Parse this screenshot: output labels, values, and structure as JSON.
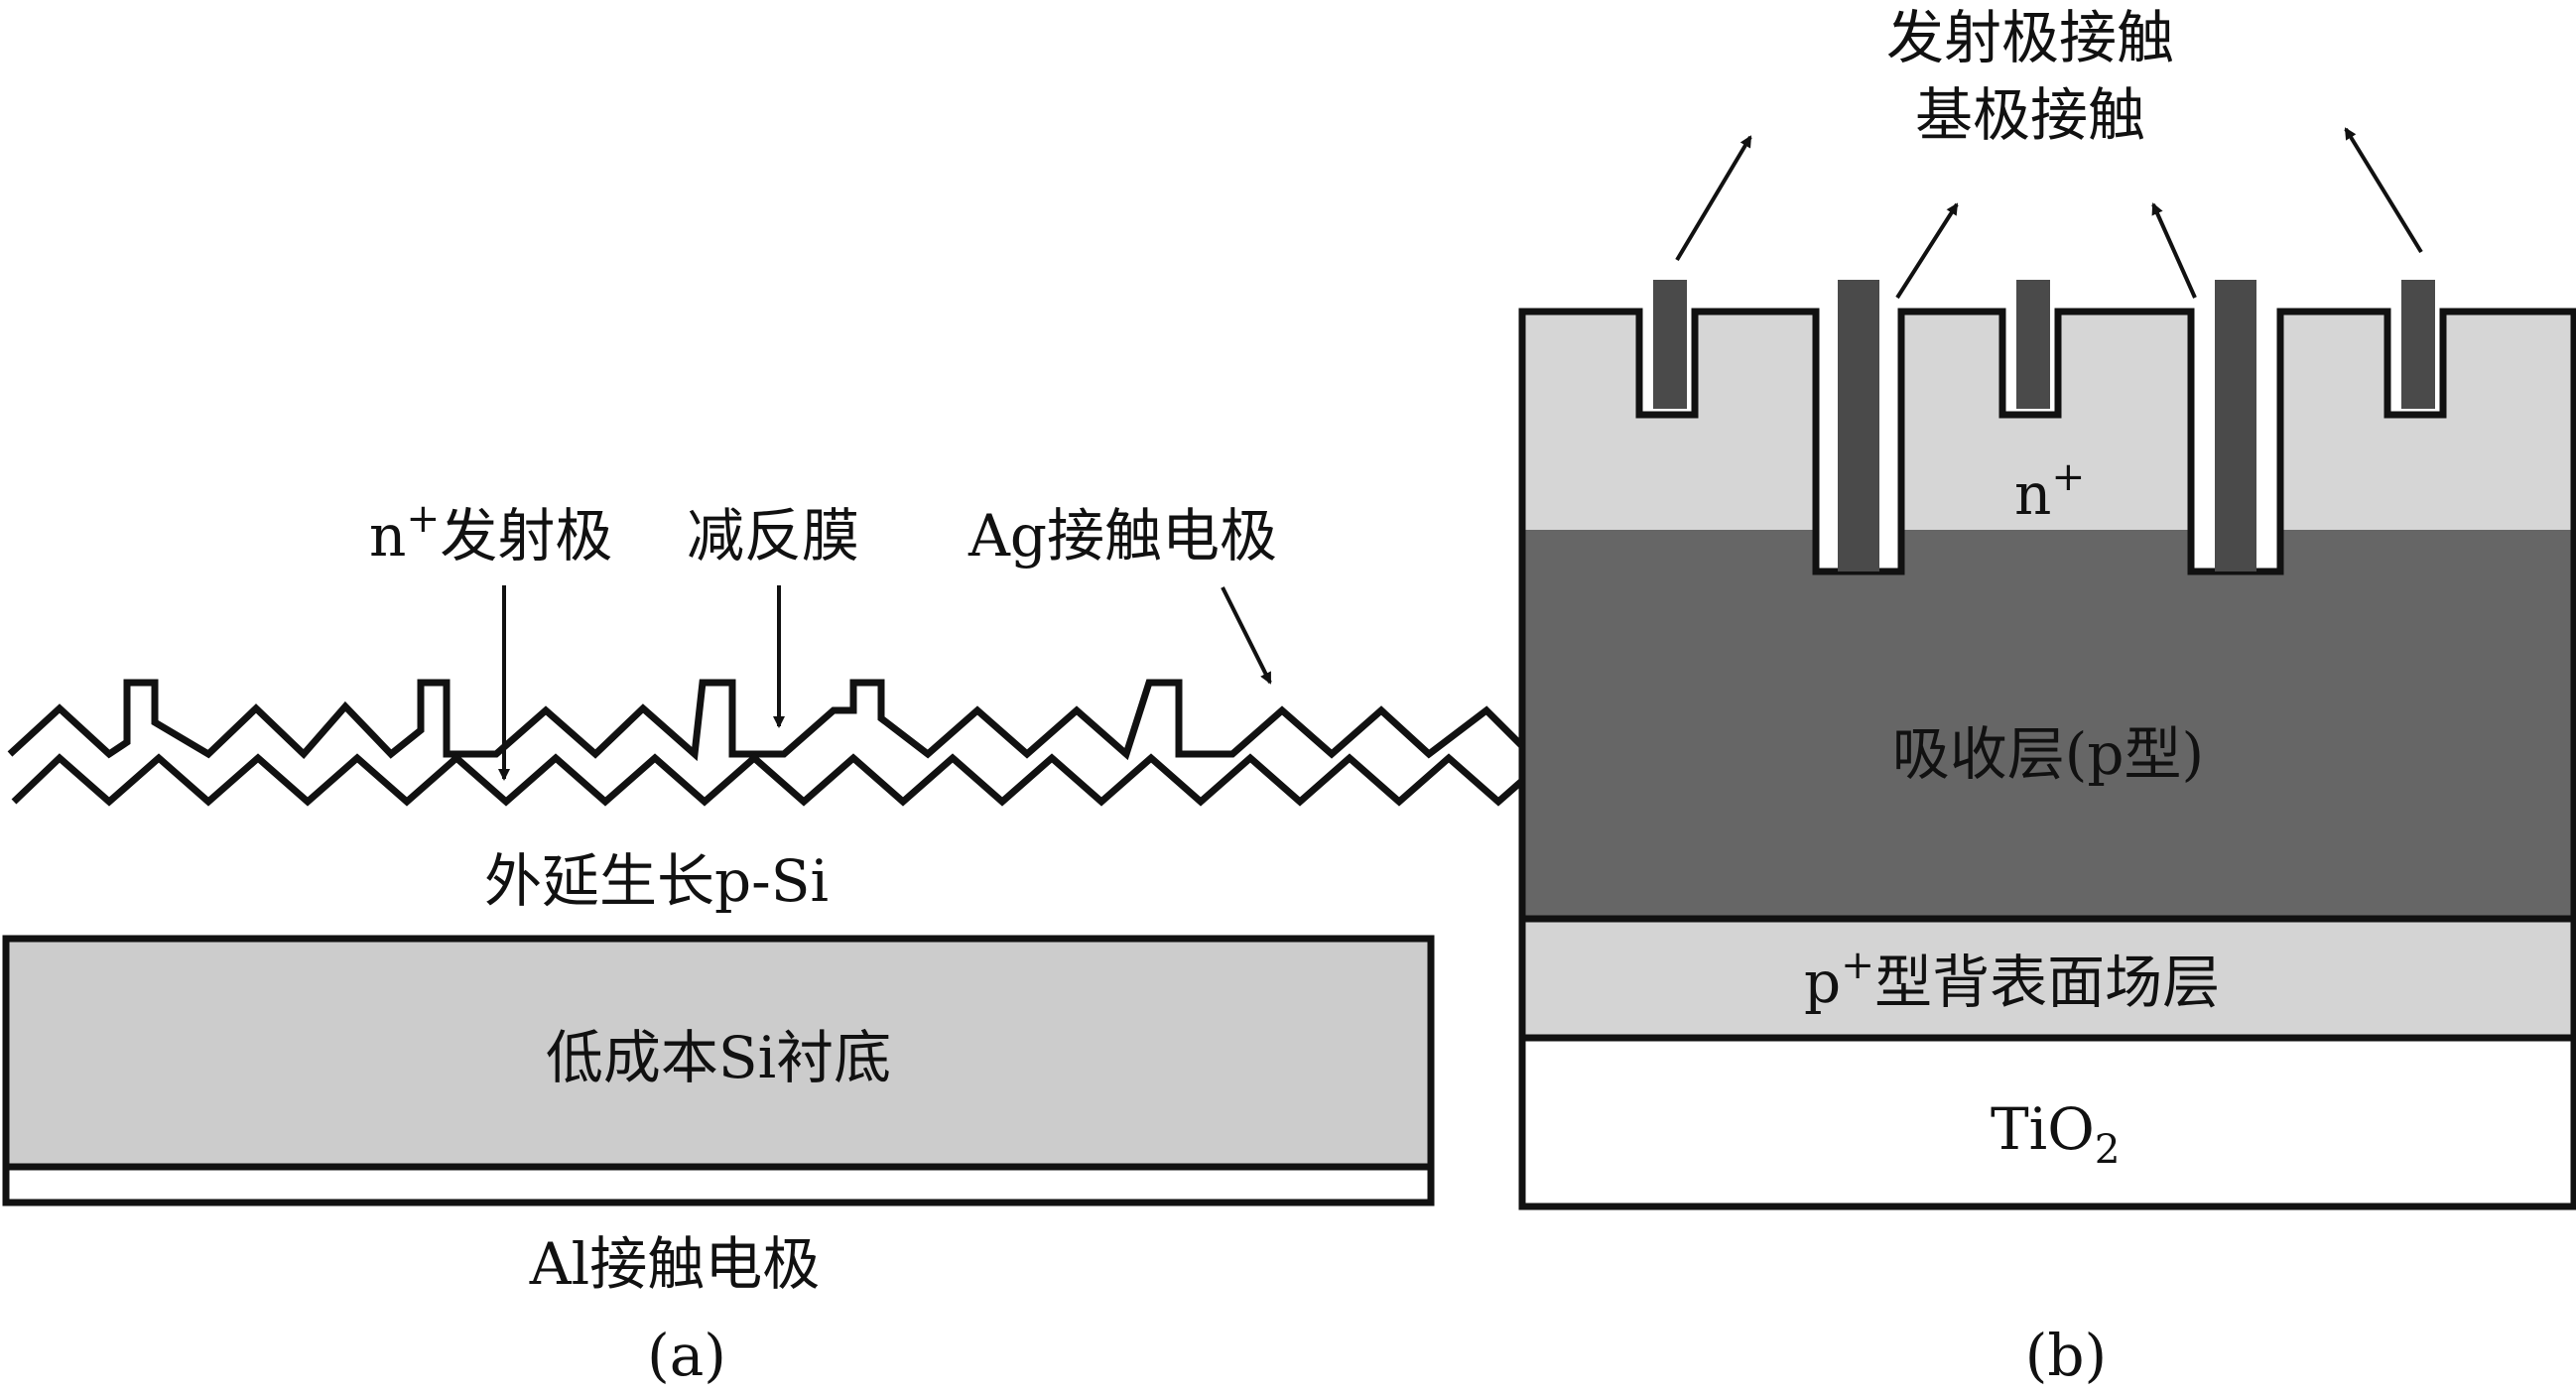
{
  "panel_a": {
    "label_emitter": "n",
    "label_emitter_sup": "+",
    "label_emitter_rest": "发射极",
    "label_arc": "减反膜",
    "label_ag": "Ag接触电极",
    "label_epi": "外延生长p-Si",
    "label_substrate": "低成本Si衬底",
    "label_al": "Al接触电极",
    "caption": "(a)"
  },
  "panel_b": {
    "label_emitter_contact": "发射极接触",
    "label_base_contact": "基极接触",
    "label_n": "n",
    "label_n_sup": "+",
    "label_absorber": "吸收层(p型)",
    "label_bsf_p": "p",
    "label_bsf_sup": "+",
    "label_bsf_rest": "型背表面场层",
    "label_tio": "TiO",
    "label_tio_sub": "2",
    "caption": "(b)"
  },
  "colors": {
    "substrate": "#cccccc",
    "n_plus": "#d6d6d6",
    "absorber": "#666666",
    "bsf": "#d4d4d4",
    "tio2": "#ffffff",
    "contact": "#4a4a4a",
    "line": "#111111"
  }
}
